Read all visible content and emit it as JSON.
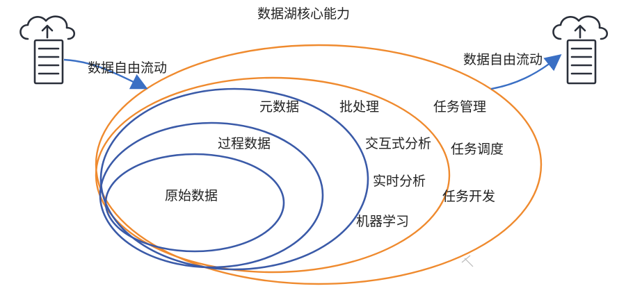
{
  "title": "数据湖核心能力",
  "flow_in_label": "数据自由流动",
  "flow_out_label": "数据自由流动",
  "layers": {
    "raw": "原始数据",
    "process": "过程数据",
    "meta": "元数据",
    "compute": [
      "批处理",
      "交互式分析",
      "实时分析",
      "机器学习"
    ],
    "task": [
      "任务管理",
      "任务调度",
      "任务开发"
    ]
  },
  "icons": {
    "left": "cloud-server-icon",
    "right": "cloud-server-icon"
  },
  "colors": {
    "inner": "#3a5aa8",
    "outer": "#ef8a2e",
    "arrow": "#3a6fc4",
    "icon": "#2a2f3a"
  }
}
